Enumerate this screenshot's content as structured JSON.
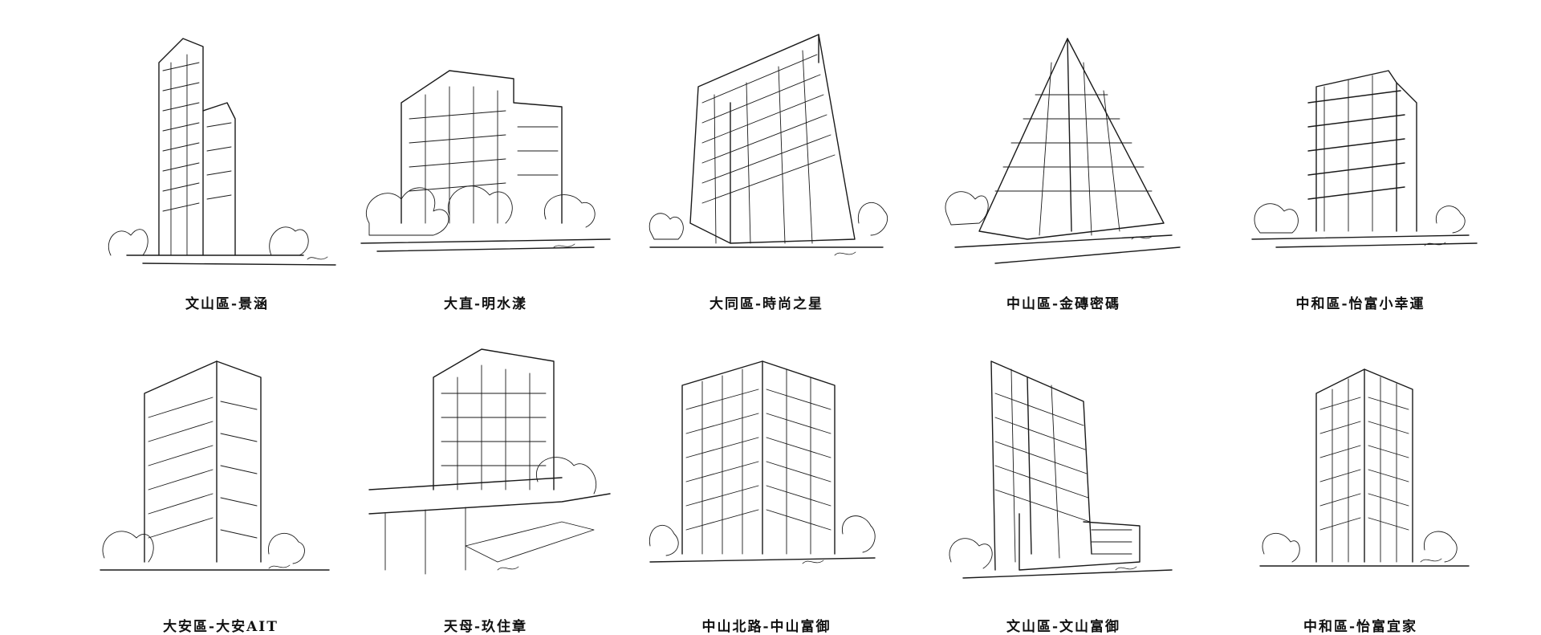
{
  "gallery": {
    "row1": [
      {
        "caption": "文山區-景涵",
        "image": "building-sketch"
      },
      {
        "caption": "大直-明水漾",
        "image": "building-sketch"
      },
      {
        "caption": "大同區-時尚之星",
        "image": "building-sketch"
      },
      {
        "caption": "中山區-金磚密碼",
        "image": "building-sketch"
      },
      {
        "caption": "中和區-怡富小幸運",
        "image": "building-sketch"
      }
    ],
    "row2": [
      {
        "caption": "大安區-大安AIT",
        "image": "building-sketch"
      },
      {
        "caption": "天母-玖住章",
        "image": "building-sketch"
      },
      {
        "caption": "中山北路-中山富御",
        "image": "building-sketch"
      },
      {
        "caption": "文山區-文山富御",
        "image": "building-sketch"
      },
      {
        "caption": "中和區-怡富宜家",
        "image": "building-sketch"
      }
    ]
  }
}
